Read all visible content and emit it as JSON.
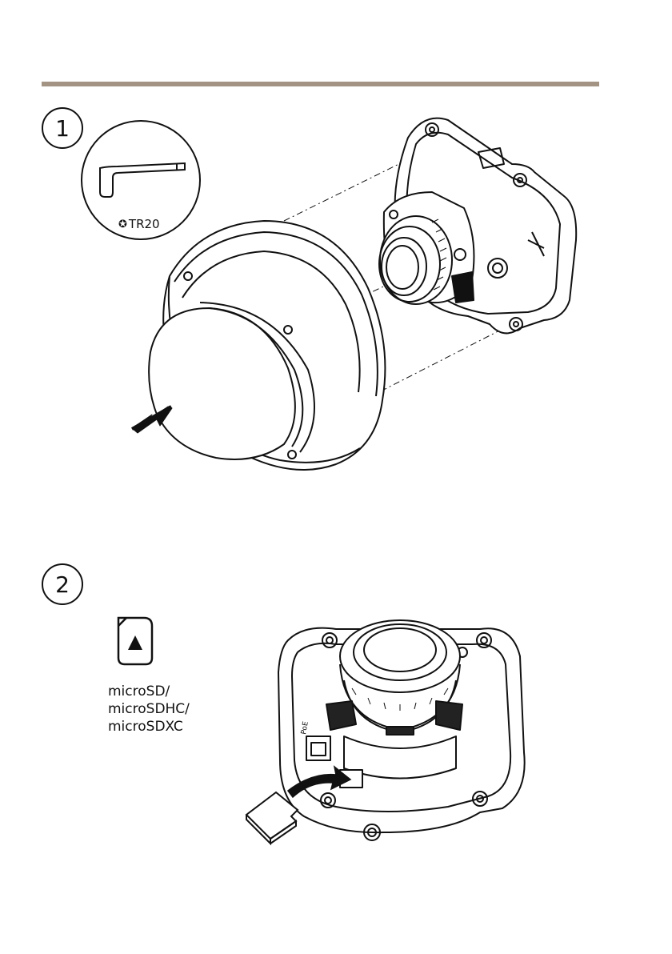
{
  "step1": {
    "number": "1",
    "tool_label": "TR20",
    "tool_icon": "torx-icon"
  },
  "step2": {
    "number": "2",
    "card_labels": [
      "microSD/",
      "microSDHC/",
      "microSDXC"
    ],
    "card_icon": "sd-card-icon"
  },
  "colors": {
    "rule": "#a39383",
    "ink": "#111111"
  }
}
